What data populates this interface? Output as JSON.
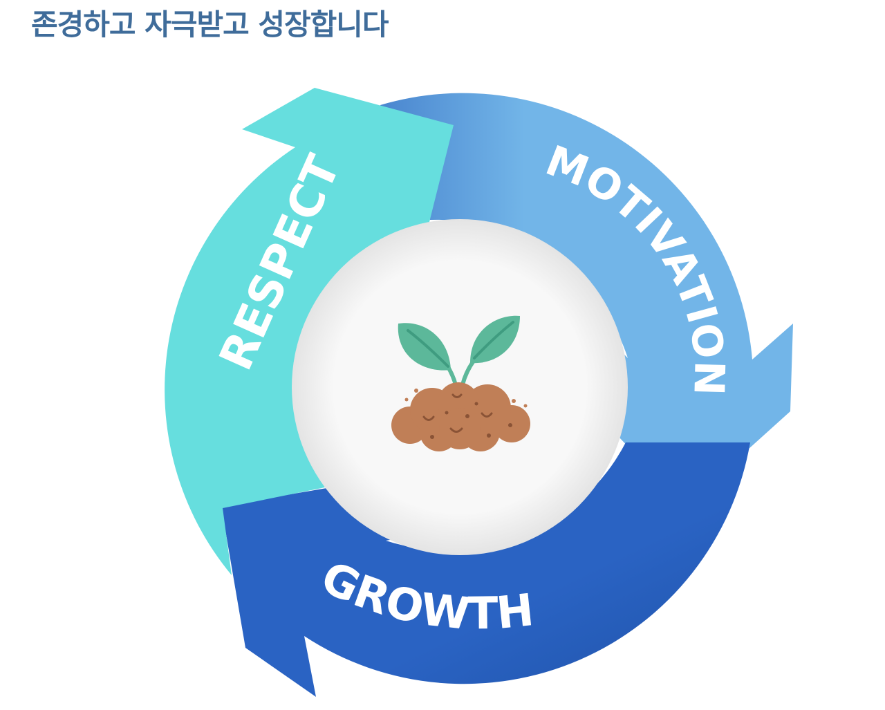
{
  "page": {
    "title": "존경하고 자극받고 성장합니다"
  },
  "cycle": {
    "respect": {
      "label": "RESPECT",
      "color": "#66dede"
    },
    "motivation": {
      "label": "MOTIVATION",
      "color": "#72b5e8"
    },
    "growth": {
      "label": "GROWTH",
      "color": "#2a63c3"
    }
  },
  "center": {
    "icon": "sprout-in-soil-icon",
    "disc_color": "#f6f6f6"
  },
  "colors": {
    "title": "#3f6c9a",
    "leaf": "#5cb89a",
    "leaf_vein": "#3f9c80",
    "soil": "#c07f57",
    "soil_dark": "#8a5336"
  }
}
